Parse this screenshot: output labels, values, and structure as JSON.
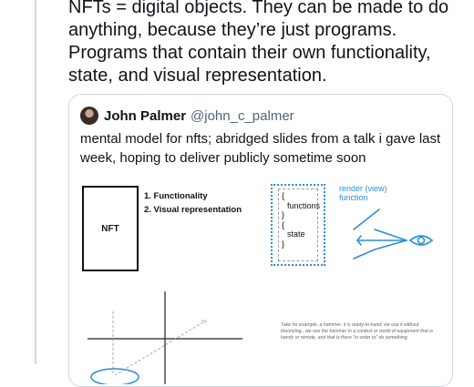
{
  "tweet": {
    "text": "NFTs = digital objects. They can be made to do anything, because they’re just programs. Programs that contain their own functionality, state, and visual representation."
  },
  "quoted_tweet": {
    "author_name": "John Palmer",
    "author_handle": "@john_c_palmer",
    "text": "mental model for nfts; abridged slides from a talk i gave last week, hoping to deliver publicly sometime soon",
    "slide": {
      "nft_label": "NFT",
      "feature_1": "1. Functionality",
      "feature_2": "2. Visual representation",
      "code_lines": [
        "{",
        "functions",
        "}",
        "{",
        "state",
        "}"
      ],
      "render_label_line1": "render (view)",
      "render_label_line2": "function",
      "quote_note": "Take for example, a hammer: it is ready-to-hand; we use it without theorizing...we see the hammer in a context or world of equipment that is handy or remote, and that is there “in order to” do something."
    }
  },
  "colors": {
    "accent_blue": "#2b8fd6",
    "text": "#0f1419",
    "secondary_text": "#536471",
    "border": "#cfd9de"
  }
}
